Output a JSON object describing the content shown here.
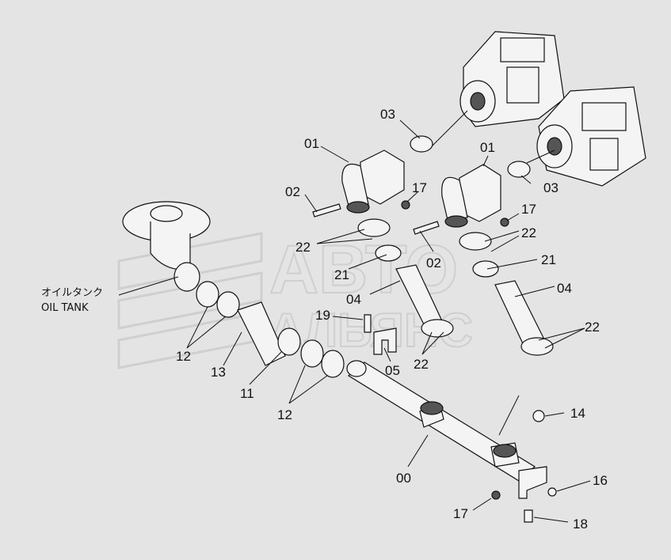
{
  "watermark": {
    "line1": "АВТО",
    "line2": "АЛЬЯНС"
  },
  "tank_label": {
    "jp": "オイルタンク",
    "en": "OIL TANK"
  },
  "part_labels": [
    {
      "id": "00"
    },
    {
      "id": "01"
    },
    {
      "id": "01"
    },
    {
      "id": "02"
    },
    {
      "id": "02"
    },
    {
      "id": "03"
    },
    {
      "id": "03"
    },
    {
      "id": "04"
    },
    {
      "id": "04"
    },
    {
      "id": "05"
    },
    {
      "id": "11"
    },
    {
      "id": "12"
    },
    {
      "id": "12"
    },
    {
      "id": "13"
    },
    {
      "id": "14"
    },
    {
      "id": "16"
    },
    {
      "id": "17"
    },
    {
      "id": "17"
    },
    {
      "id": "17"
    },
    {
      "id": "18"
    },
    {
      "id": "19"
    },
    {
      "id": "21"
    },
    {
      "id": "21"
    },
    {
      "id": "22"
    },
    {
      "id": "22"
    },
    {
      "id": "22"
    },
    {
      "id": "22"
    }
  ]
}
